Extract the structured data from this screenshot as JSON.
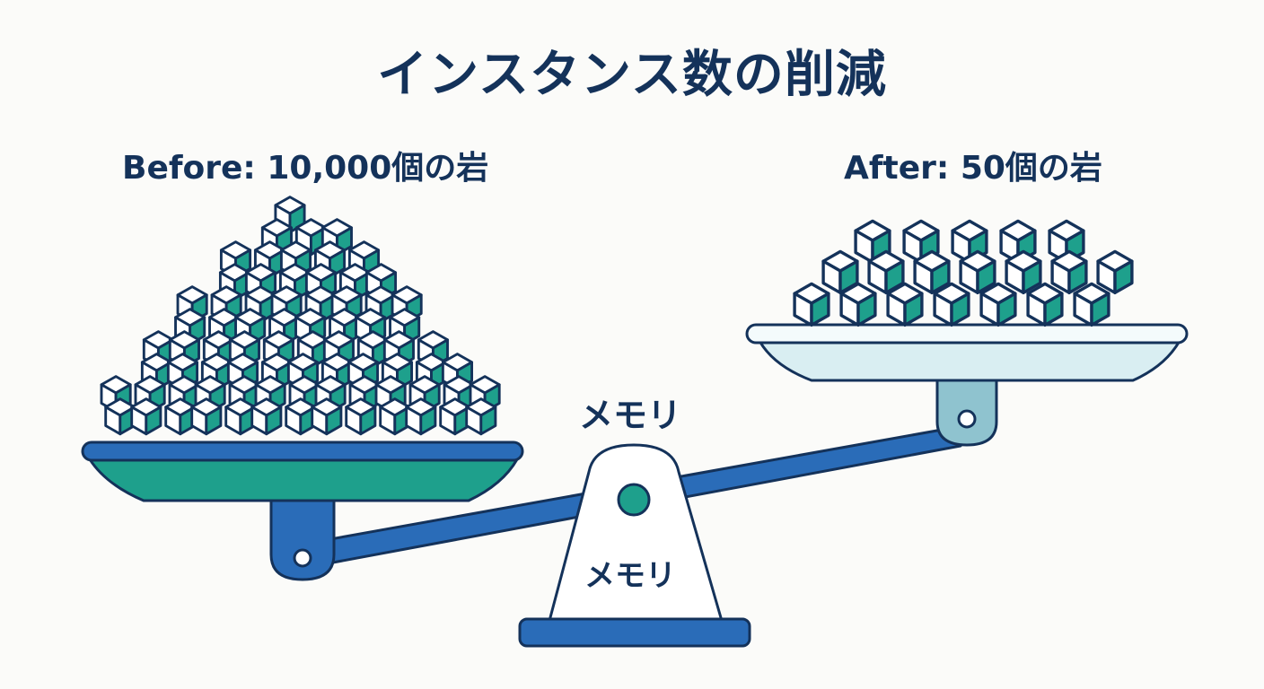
{
  "title": "インスタンス数の削減",
  "before": {
    "label": "Before: 10,000個の岩"
  },
  "after": {
    "label": "After: 50個の岩"
  },
  "memory_label_top": "メモリ",
  "memory_label_base": "メモリ",
  "colors": {
    "navy": "#14325a",
    "blue": "#2a6cb8",
    "teal": "#1ea08c",
    "light_blue_pan": "#d9eef2",
    "hanger_light": "#8fc3cf",
    "rock_top": "#ffffff",
    "rock_side": "#1ea08c",
    "background": "#fbfbf9"
  },
  "icons": {
    "rock": "rock-cube-icon",
    "pivot": "pivot-circle-icon"
  }
}
